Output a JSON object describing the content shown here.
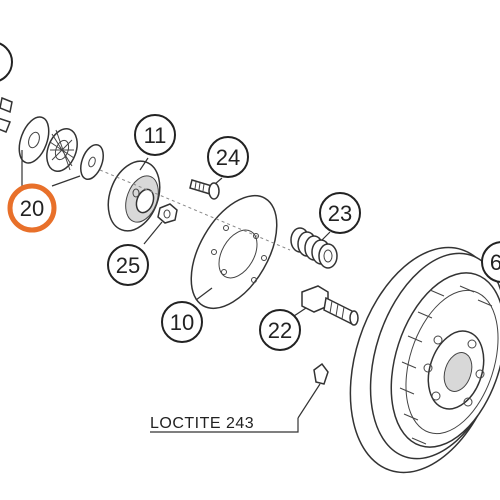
{
  "callouts": {
    "c11": "11",
    "c24": "24",
    "c20": "20",
    "c23": "23",
    "c25": "25",
    "c10": "10",
    "c22": "22",
    "c6": "6",
    "c_top": ""
  },
  "notes": {
    "loctite": "LOCTITE 243"
  },
  "colors": {
    "highlight": "#e8702a",
    "line": "#333333"
  }
}
